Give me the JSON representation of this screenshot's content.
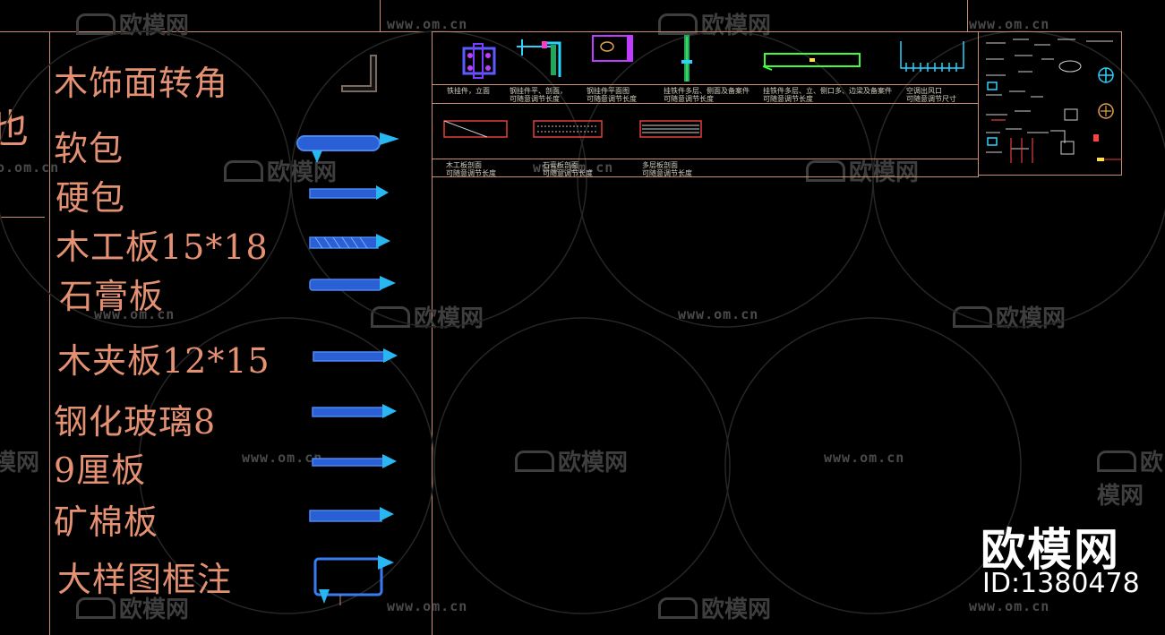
{
  "left_panel": {
    "partial_char": "也",
    "partial_watermark": "o.om.cn",
    "partial_logo_text": "模网"
  },
  "legend_items": [
    {
      "label": "木饰面转角",
      "icon": "corner-icon"
    },
    {
      "label": "软包",
      "icon": "soft-panel-arrow-icon"
    },
    {
      "label": "硬包",
      "icon": "hard-panel-arrow-icon"
    },
    {
      "label": "木工板15*18",
      "icon": "blockboard-arrow-icon"
    },
    {
      "label": "石膏板",
      "icon": "gypsum-arrow-icon"
    },
    {
      "label": "木夹板12*15",
      "icon": "plywood-arrow-icon"
    },
    {
      "label": "钢化玻璃8",
      "icon": "glass-arrow-icon"
    },
    {
      "label": "9厘板",
      "icon": "board-9mm-arrow-icon"
    },
    {
      "label": "矿棉板",
      "icon": "mineral-wool-arrow-icon"
    },
    {
      "label": "大样图框注",
      "icon": "detail-frame-icon"
    }
  ],
  "blocks_row1": [
    {
      "caption": "铁挂件，立面"
    },
    {
      "caption": "钢挂件平、剖面，\n可随意调节长度"
    },
    {
      "caption": "钢挂件平面图\n可随意调节长度"
    },
    {
      "caption": "挂铁件多层、侧面及备案件\n可随意调节长度"
    },
    {
      "caption": "挂铁件多层、立、侧口多、边梁及备案件\n可随意调节长度"
    },
    {
      "caption": "空调出风口\n可随意调节尺寸"
    }
  ],
  "blocks_row2": [
    {
      "caption": "木工板剖面\n可随意调节长度"
    },
    {
      "caption": "石膏板剖面\n可随意调节长度"
    },
    {
      "caption": "多层板剖面\n可随意调节长度"
    }
  ],
  "watermarks": {
    "url": "www.om.cn",
    "logo": "欧模网"
  },
  "brand": {
    "logo": "欧模网",
    "id": "ID:1380478"
  },
  "colors": {
    "background": "#000000",
    "frame_line": "#c98d72",
    "label_text": "#e49072",
    "arrow_fill": "#2a5fd6",
    "arrow_head": "#29b7f2"
  }
}
